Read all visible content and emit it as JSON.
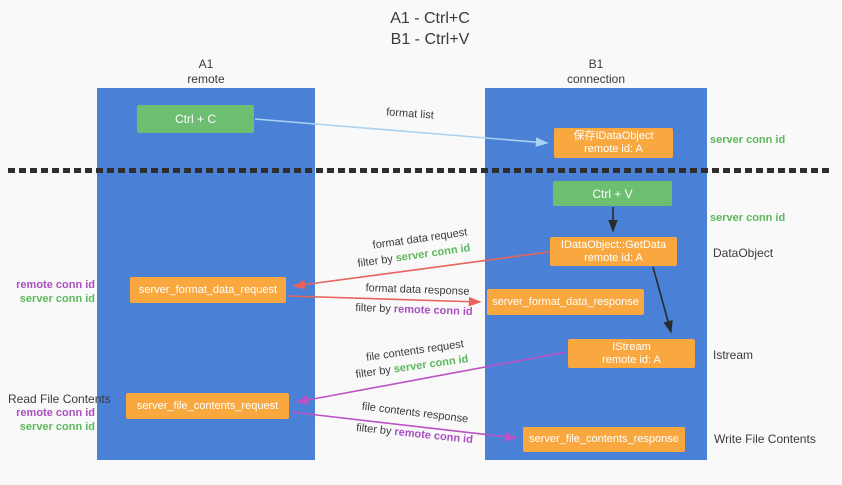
{
  "title": {
    "line1": "A1 - Ctrl+C",
    "line2": "B1 - Ctrl+V"
  },
  "columns": {
    "a1": {
      "name": "A1",
      "subtitle": "remote"
    },
    "b1": {
      "name": "B1",
      "subtitle": "connection"
    }
  },
  "nodes": {
    "ctrl_c": "Ctrl + C",
    "save_idataobject": {
      "line1": "保存IDataObject",
      "line2": "remote id: A"
    },
    "ctrl_v": "Ctrl + V",
    "getdata": {
      "line1": "IDataObject::GetData",
      "line2": "remote id: A"
    },
    "format_request": "server_format_data_request",
    "format_response": "server_format_data_response",
    "istream": {
      "line1": "IStream",
      "line2": "remote id: A"
    },
    "file_request": "server_file_contents_request",
    "file_response": "server_file_contents_response"
  },
  "side_labels": {
    "server_conn_id_top": "server conn id",
    "server_conn_id_mid": "server conn id",
    "dataobject": "DataObject",
    "istream": "Istream",
    "write_file_contents": "Write File Contents",
    "read_file_contents": "Read File Contents",
    "pair1_remote": "remote conn id",
    "pair1_server": "server conn id",
    "pair2_remote": "remote conn id",
    "pair2_server": "server conn id"
  },
  "arrow_labels": {
    "format_list": "format list",
    "format_data_request": "format data request",
    "filter_by_1": "filter by",
    "filter_by_1_id": "server conn id",
    "format_data_response": "format data response",
    "filter_by_2": "filter by",
    "filter_by_2_id": "remote conn id",
    "file_contents_request": "file contents request",
    "filter_by_3": "filter by",
    "filter_by_3_id": "server conn id",
    "file_contents_response": "file contents response",
    "filter_by_4": "filter by",
    "filter_by_4_id": "remote conn id"
  },
  "colors": {
    "column_blue": "#4a80d6",
    "node_green": "#6dbe71",
    "node_orange": "#f9a840",
    "arrow_light_blue": "#a9d3f0",
    "arrow_red": "#e8635c",
    "arrow_magenta": "#bd52c6",
    "arrow_black": "#2b2b2b",
    "text_green": "#5cb85c",
    "text_purple": "#a94fc0",
    "background": "#f9f9f9"
  }
}
